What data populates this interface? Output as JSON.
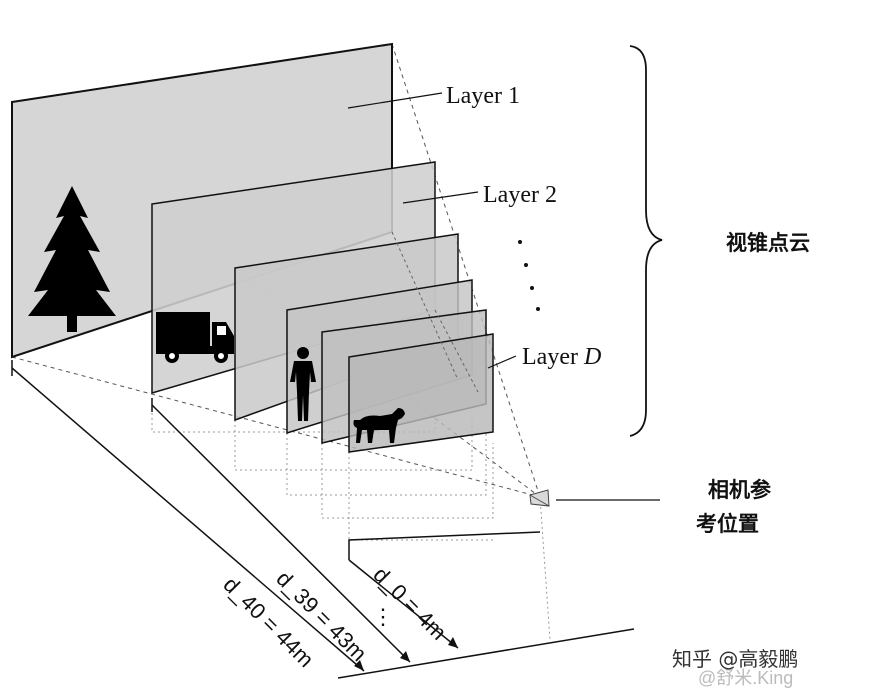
{
  "layers": {
    "layer1": "Layer 1",
    "layer2": "Layer 2",
    "layerD_prefix": "Layer ",
    "layerD_var": "D"
  },
  "brace_label": "视锥点云",
  "camera_label_line1": "相机参",
  "camera_label_line2": "考位置",
  "distances": {
    "d0": "d_0 = 4m",
    "d39": "d_39 = 43m",
    "d40": "d_40 = 44m"
  },
  "watermark": {
    "main": "知乎 @高毅鹏",
    "faded": "@舒米.King"
  },
  "icons": [
    "tree-icon",
    "truck-icon",
    "person-icon",
    "dog-icon",
    "camera-icon"
  ]
}
